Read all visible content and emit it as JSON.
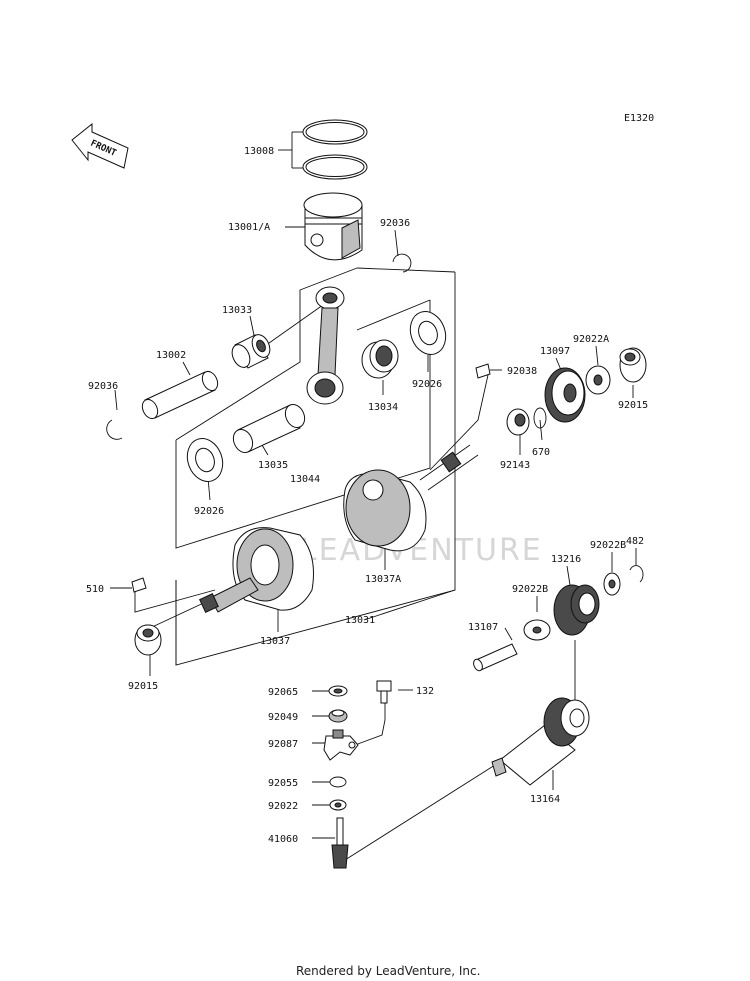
{
  "diagram_code": "E1320",
  "front_label": "FRONT",
  "watermark_text": "LEADVENTURE",
  "footer_text": "Rendered by LeadVenture, Inc.",
  "parts": [
    {
      "id": "p13008",
      "label": "13008"
    },
    {
      "id": "p13001a",
      "label": "13001/A"
    },
    {
      "id": "p92036a",
      "label": "92036"
    },
    {
      "id": "p13033",
      "label": "13033"
    },
    {
      "id": "p13002",
      "label": "13002"
    },
    {
      "id": "p92036b",
      "label": "92036"
    },
    {
      "id": "p13034",
      "label": "13034"
    },
    {
      "id": "p92026a",
      "label": "92026"
    },
    {
      "id": "p13035",
      "label": "13035"
    },
    {
      "id": "p92026b",
      "label": "92026"
    },
    {
      "id": "p13044",
      "label": "13044"
    },
    {
      "id": "p92038",
      "label": "92038"
    },
    {
      "id": "p13097",
      "label": "13097"
    },
    {
      "id": "p92022a",
      "label": "92022A"
    },
    {
      "id": "p92015a",
      "label": "92015"
    },
    {
      "id": "p670",
      "label": "670"
    },
    {
      "id": "p92143",
      "label": "92143"
    },
    {
      "id": "p13037a",
      "label": "13037A"
    },
    {
      "id": "p510",
      "label": "510"
    },
    {
      "id": "p13037",
      "label": "13037"
    },
    {
      "id": "p13031",
      "label": "13031"
    },
    {
      "id": "p92015b",
      "label": "92015"
    },
    {
      "id": "p482",
      "label": "482"
    },
    {
      "id": "p92022b1",
      "label": "92022B"
    },
    {
      "id": "p13216",
      "label": "13216"
    },
    {
      "id": "p92022b2",
      "label": "92022B"
    },
    {
      "id": "p13107",
      "label": "13107"
    },
    {
      "id": "p92065",
      "label": "92065"
    },
    {
      "id": "p132",
      "label": "132"
    },
    {
      "id": "p92049",
      "label": "92049"
    },
    {
      "id": "p92087",
      "label": "92087"
    },
    {
      "id": "p92055",
      "label": "92055"
    },
    {
      "id": "p92022",
      "label": "92022"
    },
    {
      "id": "p13164",
      "label": "13164"
    },
    {
      "id": "p41060",
      "label": "41060"
    }
  ]
}
